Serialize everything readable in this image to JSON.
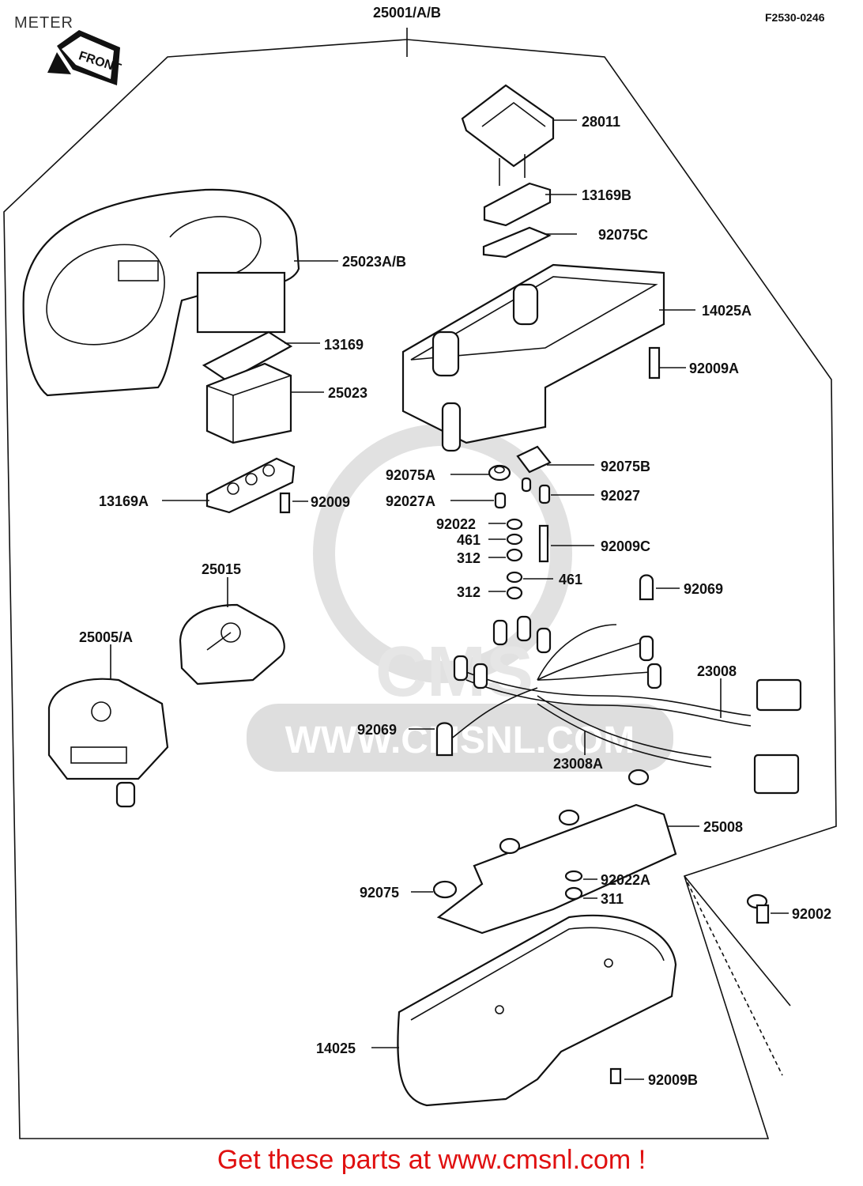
{
  "header": {
    "title": "METER",
    "diagram_code": "F2530-0246"
  },
  "assembly_label": "25001/A/B",
  "front_arrow_text": "FRONT",
  "watermark": {
    "text": "WWW.CMSNL.COM",
    "brand": "CMS"
  },
  "parts": [
    {
      "id": "28011",
      "text": "28011"
    },
    {
      "id": "13169B",
      "text": "13169B"
    },
    {
      "id": "92075C",
      "text": "92075C"
    },
    {
      "id": "25023AB",
      "text": "25023A/B"
    },
    {
      "id": "14025A",
      "text": "14025A"
    },
    {
      "id": "13169",
      "text": "13169"
    },
    {
      "id": "92009A",
      "text": "92009A"
    },
    {
      "id": "25023",
      "text": "25023"
    },
    {
      "id": "92075B",
      "text": "92075B"
    },
    {
      "id": "92075A",
      "text": "92075A"
    },
    {
      "id": "13169A",
      "text": "13169A"
    },
    {
      "id": "92009",
      "text": "92009"
    },
    {
      "id": "92027A",
      "text": "92027A"
    },
    {
      "id": "92027",
      "text": "92027"
    },
    {
      "id": "92022",
      "text": "92022"
    },
    {
      "id": "461a",
      "text": "461"
    },
    {
      "id": "92009C",
      "text": "92009C"
    },
    {
      "id": "312a",
      "text": "312"
    },
    {
      "id": "25015",
      "text": "25015"
    },
    {
      "id": "461b",
      "text": "461"
    },
    {
      "id": "312b",
      "text": "312"
    },
    {
      "id": "92069a",
      "text": "92069"
    },
    {
      "id": "25005A",
      "text": "25005/A"
    },
    {
      "id": "23008",
      "text": "23008"
    },
    {
      "id": "92069b",
      "text": "92069"
    },
    {
      "id": "23008A",
      "text": "23008A"
    },
    {
      "id": "25008",
      "text": "25008"
    },
    {
      "id": "92022A",
      "text": "92022A"
    },
    {
      "id": "92075",
      "text": "92075"
    },
    {
      "id": "311",
      "text": "311"
    },
    {
      "id": "92002",
      "text": "92002"
    },
    {
      "id": "14025",
      "text": "14025"
    },
    {
      "id": "92009B",
      "text": "92009B"
    }
  ],
  "footer": {
    "text": "Get these parts at www.cmsnl.com !"
  },
  "colors": {
    "footer": "#e01010",
    "line": "#111111",
    "watermark": "#d9d9d9"
  }
}
